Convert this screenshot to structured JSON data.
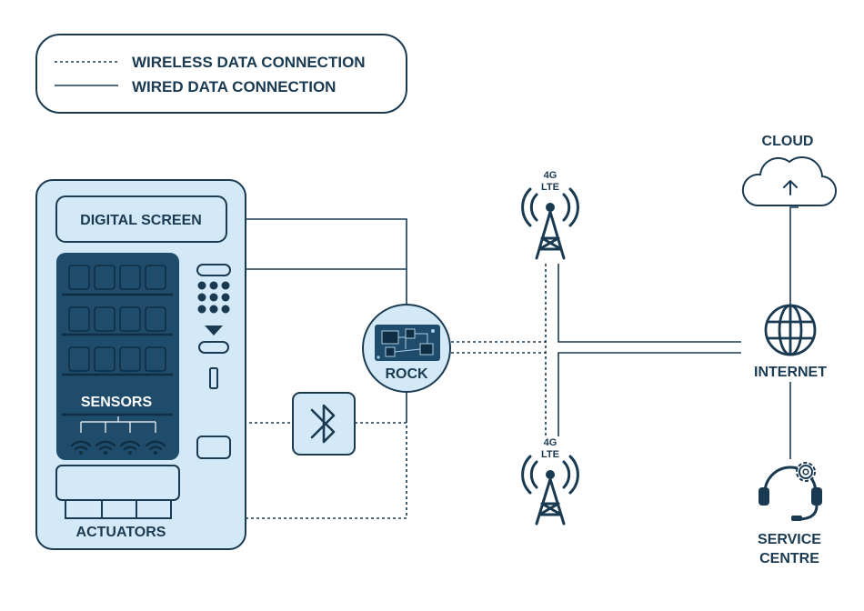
{
  "legend": {
    "wireless_label": "WIRELESS DATA CONNECTION",
    "wired_label": "WIRED DATA CONNECTION"
  },
  "machine": {
    "screen_label": "DIGITAL SCREEN",
    "sensors_label": "SENSORS",
    "actuators_label": "ACTUATORS"
  },
  "hub": {
    "label": "ROCK"
  },
  "towers": {
    "top_label_line1": "4G",
    "top_label_line2": "LTE",
    "bottom_label_line1": "4G",
    "bottom_label_line2": "LTE"
  },
  "cloud": {
    "label": "CLOUD"
  },
  "internet": {
    "label": "INTERNET"
  },
  "service": {
    "label_line1": "SERVICE",
    "label_line2": "CENTRE"
  },
  "colors": {
    "navy": "#1a3a52",
    "light_blue": "#d4e9f7",
    "dark_panel": "#1f4c6b",
    "white": "#ffffff"
  },
  "icons": [
    "bluetooth-icon",
    "globe-icon",
    "cloud-upload-icon",
    "headset-icon",
    "gear-icon",
    "cell-tower-icon",
    "circuit-board-icon",
    "wifi-icon"
  ]
}
